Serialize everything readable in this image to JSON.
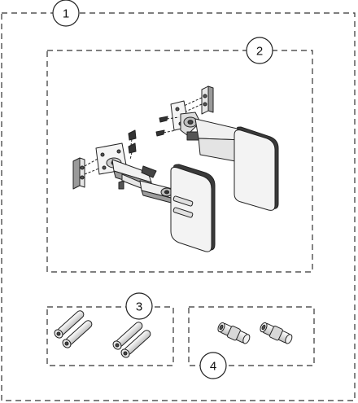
{
  "callouts": {
    "kit": "1",
    "arm_assembly": "2",
    "screws": "3",
    "connectors": "4"
  },
  "parts": {
    "arm_assembly": [
      "mount-plate-left",
      "mount-plate-right",
      "swing-arm-left",
      "swing-arm-right",
      "pad-left",
      "pad-right",
      "mounting-screws"
    ],
    "screws": [
      "screw",
      "screw",
      "screw",
      "screw"
    ],
    "connectors": [
      "connector",
      "connector"
    ]
  },
  "colors": {
    "line": "#222222",
    "shade": "#333333",
    "pad_fill": "#f2f2f2",
    "dash": "#333333"
  }
}
